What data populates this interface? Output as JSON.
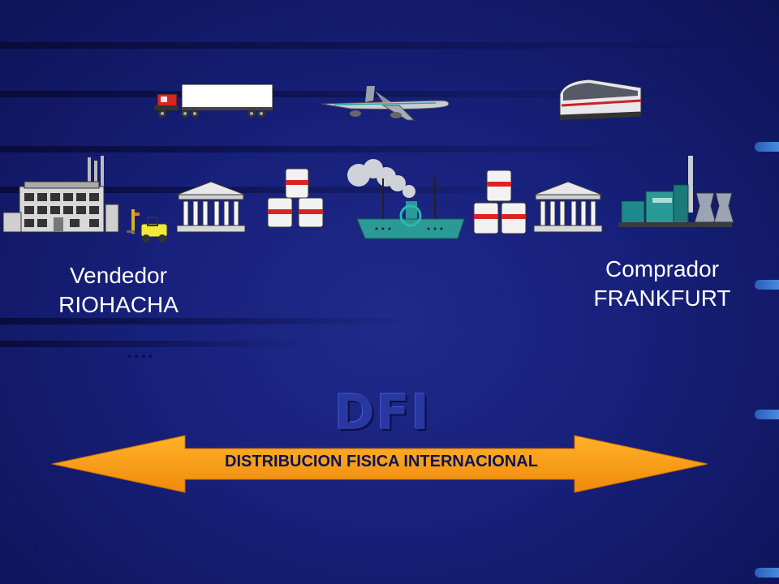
{
  "seller": {
    "role": "Vendedor",
    "city": "RIOHACHA"
  },
  "buyer": {
    "role": "Comprador",
    "city": "FRANKFURT"
  },
  "dfi_title": "DFI",
  "arrow_text": "DISTRIBUCION FISICA INTERNACIONAL",
  "dots": "....",
  "icons": [
    "truck-icon",
    "airplane-icon",
    "train-icon",
    "factory-icon",
    "forklift-icon",
    "customs-building-icon",
    "barrels-icon",
    "steamship-icon",
    "barrels-icon",
    "customs-building-icon",
    "industrial-plant-icon"
  ],
  "colors": {
    "background": "#17207a",
    "arrow_fill": "#f79a12",
    "text": "#ffffff",
    "title": "#2838a0"
  }
}
